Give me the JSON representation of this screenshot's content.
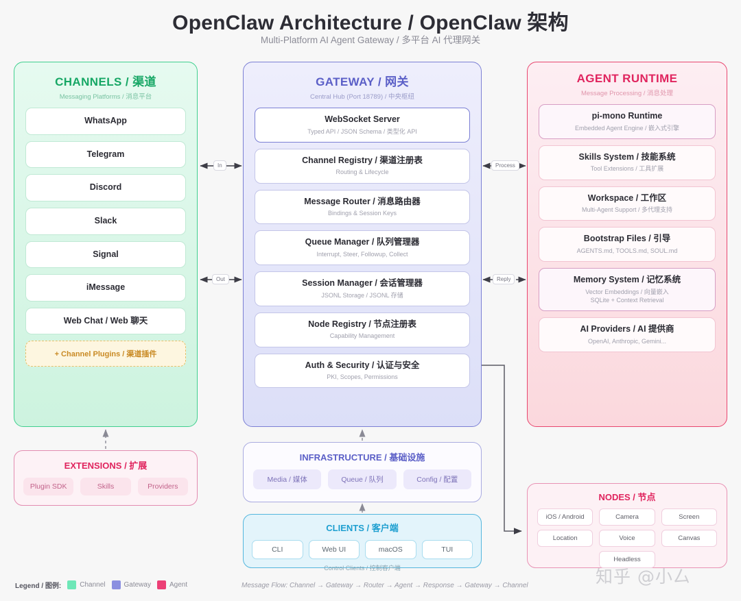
{
  "header": {
    "title": "OpenClaw Architecture / OpenClaw 架构",
    "subtitle": "Multi-Platform AI Agent Gateway / 多平台 AI 代理网关"
  },
  "columns": {
    "channels": {
      "title": "CHANNELS / 渠道",
      "subtitle": "Messaging Platforms / 消息平台",
      "accent": "#16a765",
      "items": [
        {
          "title": "WhatsApp"
        },
        {
          "title": "Telegram"
        },
        {
          "title": "Discord"
        },
        {
          "title": "Slack"
        },
        {
          "title": "Signal"
        },
        {
          "title": "iMessage"
        },
        {
          "title": "Web Chat / Web 聊天"
        }
      ],
      "plugin": "+ Channel Plugins / 渠道插件"
    },
    "gateway": {
      "title": "GATEWAY / 网关",
      "subtitle": "Central Hub (Port 18789) / 中央枢纽",
      "accent": "#5b5fc7",
      "items": [
        {
          "title": "WebSocket Server",
          "sub": "Typed API / JSON Schema / 类型化 API",
          "accent": true
        },
        {
          "title": "Channel Registry / 渠道注册表",
          "sub": "Routing & Lifecycle"
        },
        {
          "title": "Message Router / 消息路由器",
          "sub": "Bindings & Session Keys"
        },
        {
          "title": "Queue Manager / 队列管理器",
          "sub": "Interrupt, Steer, Followup, Collect"
        },
        {
          "title": "Session Manager / 会话管理器",
          "sub": "JSONL Storage / JSONL 存储"
        },
        {
          "title": "Node Registry / 节点注册表",
          "sub": "Capability Management"
        },
        {
          "title": "Auth & Security / 认证与安全",
          "sub": "PKI, Scopes, Permissions"
        }
      ]
    },
    "agent": {
      "title": "AGENT RUNTIME",
      "subtitle": "Message Processing / 消息处理",
      "accent": "#e0245e",
      "items": [
        {
          "title": "pi-mono Runtime",
          "sub": "Embedded Agent Engine / 嵌入式引擎",
          "accent": true
        },
        {
          "title": "Skills System / 技能系统",
          "sub": "Tool Extensions / 工具扩展"
        },
        {
          "title": "Workspace / 工作区",
          "sub": "Multi-Agent Support / 多代理支持"
        },
        {
          "title": "Bootstrap Files / 引导",
          "sub": "AGENTS.md, TOOLS.md, SOUL.md"
        },
        {
          "title": "Memory System / 记忆系统",
          "sub": "Vector Embeddings / 向量嵌入\nSQLite + Context Retrieval",
          "accent": true
        },
        {
          "title": "AI Providers / AI 提供商",
          "sub": "OpenAI, Anthropic, Gemini..."
        }
      ]
    }
  },
  "panels": {
    "extensions": {
      "title": "EXTENSIONS / 扩展",
      "chips": [
        "Plugin SDK",
        "Skills",
        "Providers"
      ]
    },
    "infrastructure": {
      "title": "INFRASTRUCTURE / 基础设施",
      "chips": [
        "Media / 媒体",
        "Queue / 队列",
        "Config / 配置"
      ]
    },
    "clients": {
      "title": "CLIENTS / 客户端",
      "chips": [
        "CLI",
        "Web UI",
        "macOS",
        "TUI"
      ],
      "footnote": "Control Clients / 控制客户端"
    },
    "nodes": {
      "title": "NODES / 节点",
      "chips": [
        "iOS / Android",
        "Camera",
        "Screen",
        "Location",
        "Voice",
        "Canvas"
      ],
      "extra_chip": "Headless"
    }
  },
  "connectors": {
    "in": "In",
    "out": "Out",
    "process": "Process",
    "reply": "Reply"
  },
  "legend": {
    "label": "Legend / 图例:",
    "items": [
      {
        "text": "Channel",
        "color": "#6ee7b7"
      },
      {
        "text": "Gateway",
        "color": "#8b8fe0"
      },
      {
        "text": "Agent",
        "color": "#ec3f75"
      }
    ]
  },
  "footer": {
    "flow": "Message Flow: Channel → Gateway → Router → Agent → Response → Gateway → Channel",
    "watermark": "知乎 @小厶"
  }
}
